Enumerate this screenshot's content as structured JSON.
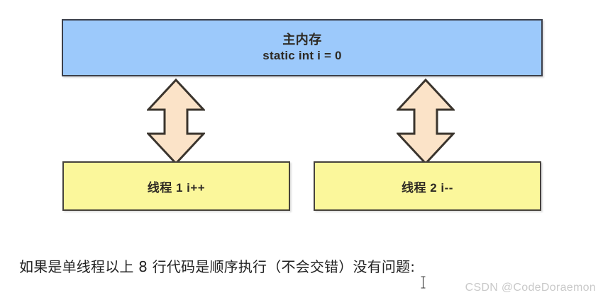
{
  "diagram": {
    "title_semantic": "java-memory-model-thread-diagram",
    "main_memory": {
      "name": "主内存",
      "declaration": "static int i = 0",
      "fill_color": "#9cc9fb",
      "border_color": "#3b3f4a"
    },
    "arrows": [
      {
        "label": "双向箭头-线程1",
        "direction": "bidirectional",
        "fill_color": "#fbe3c8"
      },
      {
        "label": "双向箭头-线程2",
        "direction": "bidirectional",
        "fill_color": "#fbe3c8"
      }
    ],
    "threads": [
      {
        "label": "线程 1  i++",
        "fill_color": "#fbf79b",
        "border_color": "#46423c"
      },
      {
        "label": "线程 2  i--",
        "fill_color": "#fbf79b",
        "border_color": "#46423c"
      }
    ]
  },
  "caption": {
    "text": "如果是单线程以上 8 行代码是顺序执行（不会交错）没有问题:"
  },
  "watermark": {
    "text": "CSDN @CodeDoraemon",
    "color": "#c9c9c9"
  },
  "cursor": {
    "type": "i-beam-text-cursor"
  }
}
